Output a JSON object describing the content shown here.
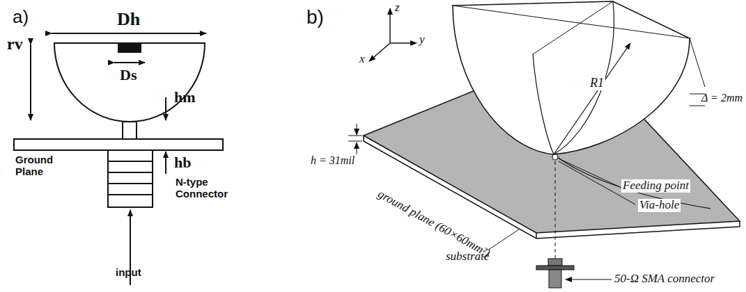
{
  "diagram": {
    "labels": [
      "a)",
      "Dh",
      "Ds",
      "rv",
      "hm",
      "hb",
      "Ground Plane",
      "N-type Connector",
      "input",
      "b)",
      "z",
      "x",
      "y",
      "R1",
      "Δ = 2mm",
      "h = 31mil",
      "Feeding point",
      "Via-hole",
      "ground plane (60×60mm²)",
      "substrate",
      "50-Ω SMA connector"
    ]
  }
}
